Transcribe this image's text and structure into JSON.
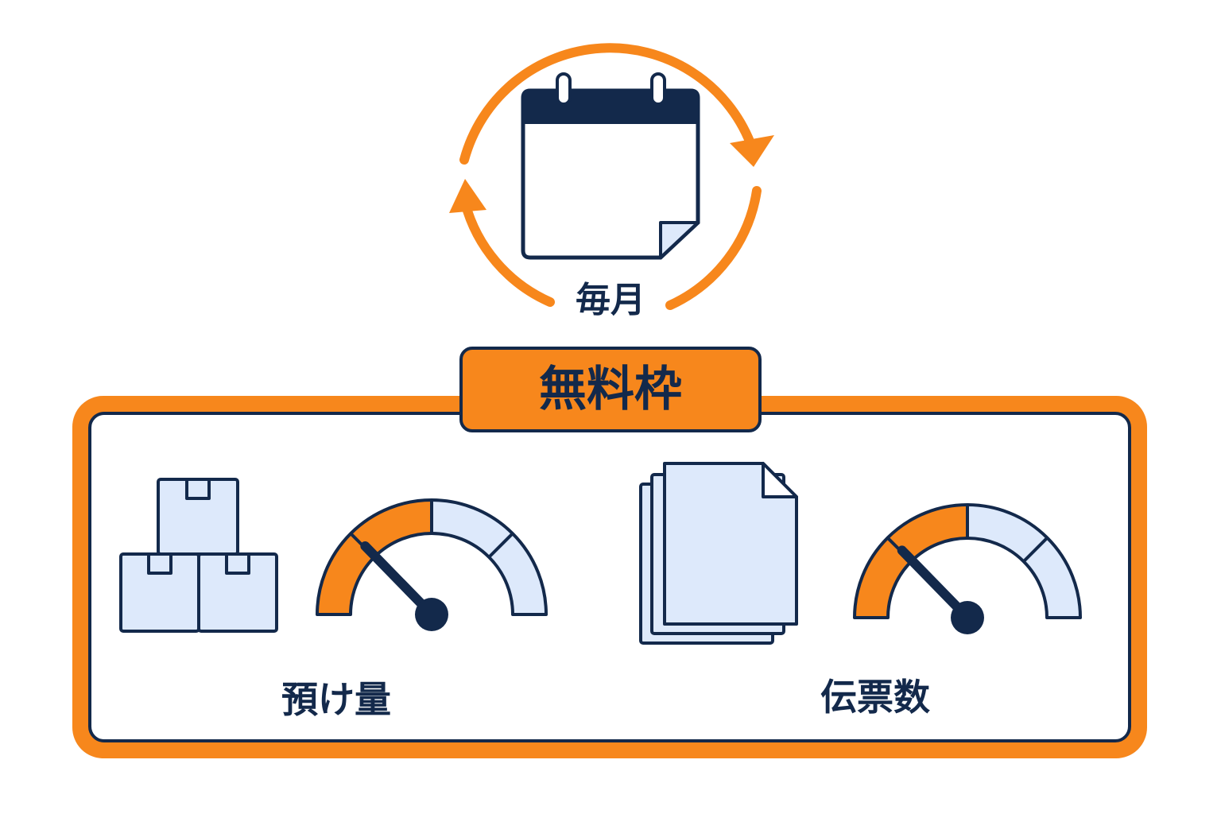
{
  "cycle": {
    "label": "毎月"
  },
  "allowance": {
    "title": "無料枠",
    "meters": [
      {
        "label": "預け量",
        "icon": "stacked-boxes-icon",
        "level": 0.4
      },
      {
        "label": "伝票数",
        "icon": "documents-stack-icon",
        "level": 0.4
      }
    ]
  },
  "colors": {
    "accent": "#f7871c",
    "navy": "#13294b",
    "light_fill": "#dde9fb",
    "white": "#ffffff"
  }
}
